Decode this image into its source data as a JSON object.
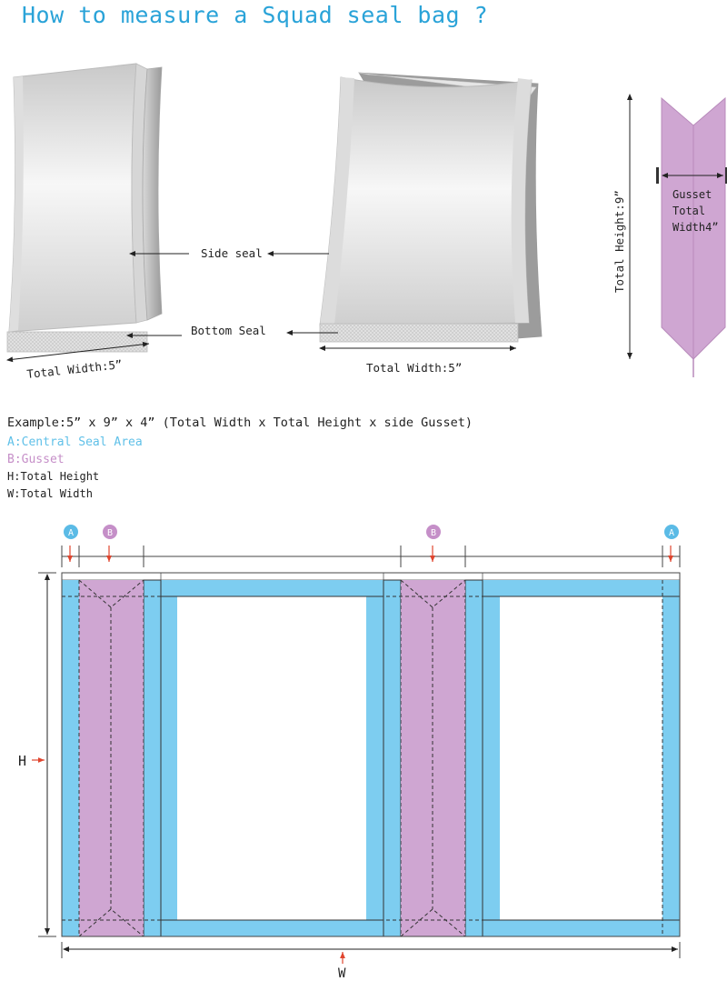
{
  "title": "How to measure a Squad seal bag ?",
  "labels": {
    "side_seal": "Side seal",
    "bottom_seal": "Bottom Seal",
    "total_width_left": "Total Width:5”",
    "total_width_mid": "Total Width:5”",
    "total_height": "Total Height:9”",
    "gusset_line1": "Gusset",
    "gusset_line2": "Total",
    "gusset_line3": "Width4”"
  },
  "legend": {
    "example": "Example:5” x 9” x 4” (Total Width x Total Height x side Gusset)",
    "a": "A:Central Seal Area",
    "b": "B:Gusset",
    "h": "H:Total Height",
    "w": "W:Total Width"
  },
  "flat_layout": {
    "marker_a": "A",
    "marker_b": "B",
    "h_label": "H",
    "w_label": "W"
  },
  "colors": {
    "title": "#2aa3d8",
    "central_seal": "#7dcdf0",
    "gusset": "#cfa6d2",
    "arrow_red": "#e0452e",
    "marker_a": "#5bbbe6",
    "marker_b": "#c58fc8"
  }
}
